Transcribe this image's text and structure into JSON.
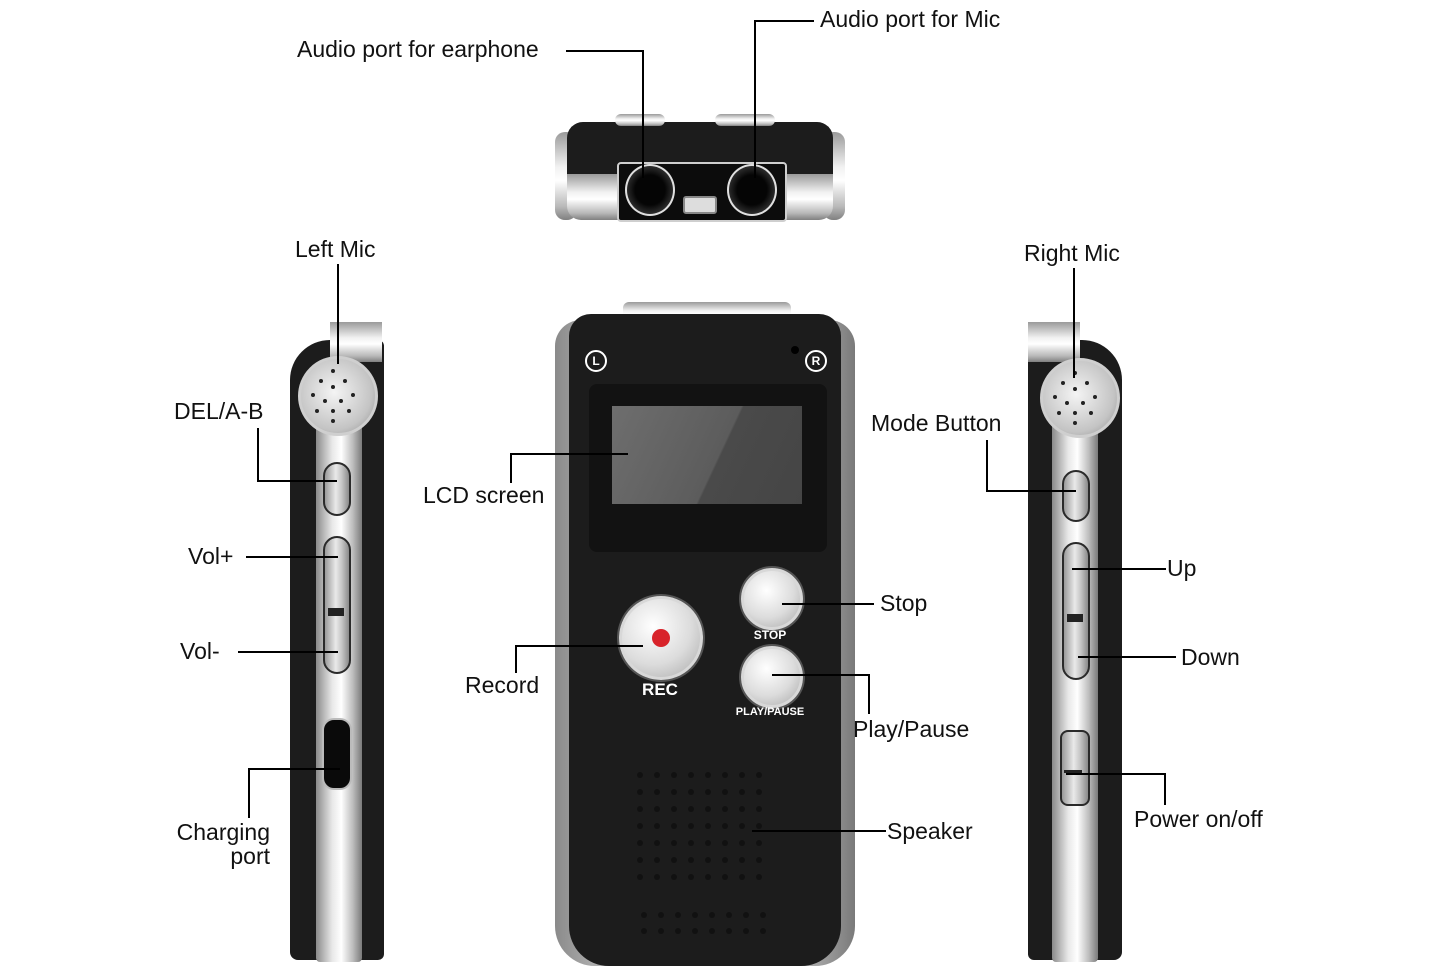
{
  "title": "Voice recorder parts diagram",
  "labels": {
    "earphone_port": "Audio port for earphone",
    "mic_port": "Audio port for Mic",
    "left_mic": "Left Mic",
    "del_ab": "DEL/A-B",
    "vol_up": "Vol+",
    "vol_down": "Vol-",
    "charging_port_line1": "Charging",
    "charging_port_line2": "port",
    "lcd_screen": "LCD screen",
    "record": "Record",
    "stop": "Stop",
    "play_pause": "Play/Pause",
    "speaker": "Speaker",
    "right_mic": "Right Mic",
    "mode_button": "Mode Button",
    "up": "Up",
    "down": "Down",
    "power": "Power on/off"
  },
  "device": {
    "rec_caption": "REC",
    "stop_caption": "STOP",
    "play_caption": "PLAY/PAUSE",
    "left_indicator": "L",
    "right_indicator": "R",
    "colors": {
      "body": "#1c1c1c",
      "rec_dot": "#d8232a",
      "chrome": "#d9d9d9"
    }
  }
}
